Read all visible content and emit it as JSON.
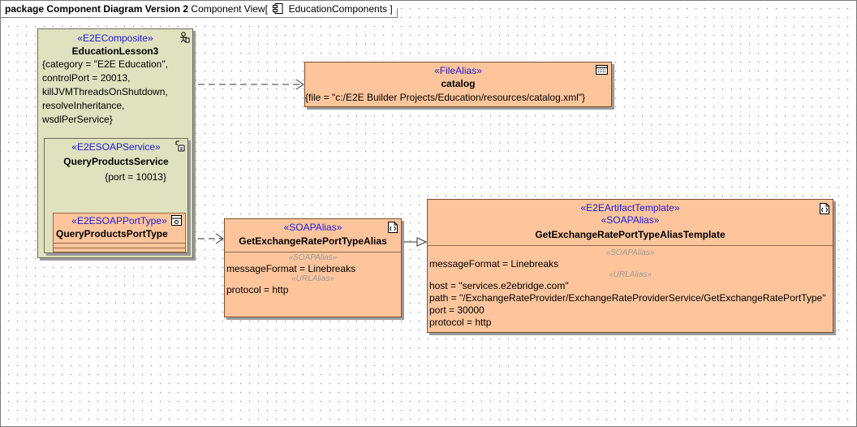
{
  "frame": {
    "kind": "package",
    "title": "Component Diagram Version 2",
    "view": "Component View",
    "bracket_open": "[",
    "package_name": "EducationComponents",
    "bracket_close": "]"
  },
  "education_lesson": {
    "stereotype": "«E2EComposite»",
    "name": "EducationLesson3",
    "tags": [
      "{category = \"E2E Education\",",
      "controlPort = 20013,",
      "killJVMThreadsOnShutdown,",
      "resolveInheritance,",
      "wsdlPerService}"
    ],
    "icon": "composite-icon"
  },
  "soap_service": {
    "stereotype": "«E2ESOAPService»",
    "name": "QueryProductsService",
    "tag": "{port = 10013}",
    "icon": "service-icon"
  },
  "port_type": {
    "stereotype": "«E2ESOAPPortType»",
    "name": "QueryProductsPortType",
    "icon": "port-type-icon"
  },
  "catalog": {
    "stereotype": "«FileAlias»",
    "name": "catalog",
    "tag": "{file = \"c:/E2E Builder Projects/Education/resources/catalog.xml\"}",
    "icon": "file-alias-icon"
  },
  "alias": {
    "stereotype": "«SOAPAlias»",
    "name": "GetExchangeRatePortTypeAlias",
    "compartment1_label": "«SOAPAlias»",
    "compartment1_props": [
      "messageFormat = Linebreaks"
    ],
    "compartment2_label": "«URLAlias»",
    "compartment2_props": [
      "protocol = http"
    ],
    "icon": "artifact-icon"
  },
  "template": {
    "stereotype1": "«E2EArtifactTemplate»",
    "stereotype2": "«SOAPAlias»",
    "name": "GetExchangeRatePortTypeAliasTemplate",
    "compartment1_label": "«SOAPAlias»",
    "compartment1_props": [
      "messageFormat = Linebreaks"
    ],
    "compartment2_label": "«URLAlias»",
    "compartment2_props": [
      "host = \"services.e2ebridge.com\"",
      "path = \"/ExchangeRateProvider/ExchangeRateProviderService/GetExchangeRatePortType\"",
      "port = 30000",
      "protocol = http"
    ],
    "icon": "artifact-icon"
  },
  "colors": {
    "composite_fill": "#e0e1bf",
    "artifact_fill": "#fec59c",
    "stereotype_text": "#1a1adb"
  }
}
